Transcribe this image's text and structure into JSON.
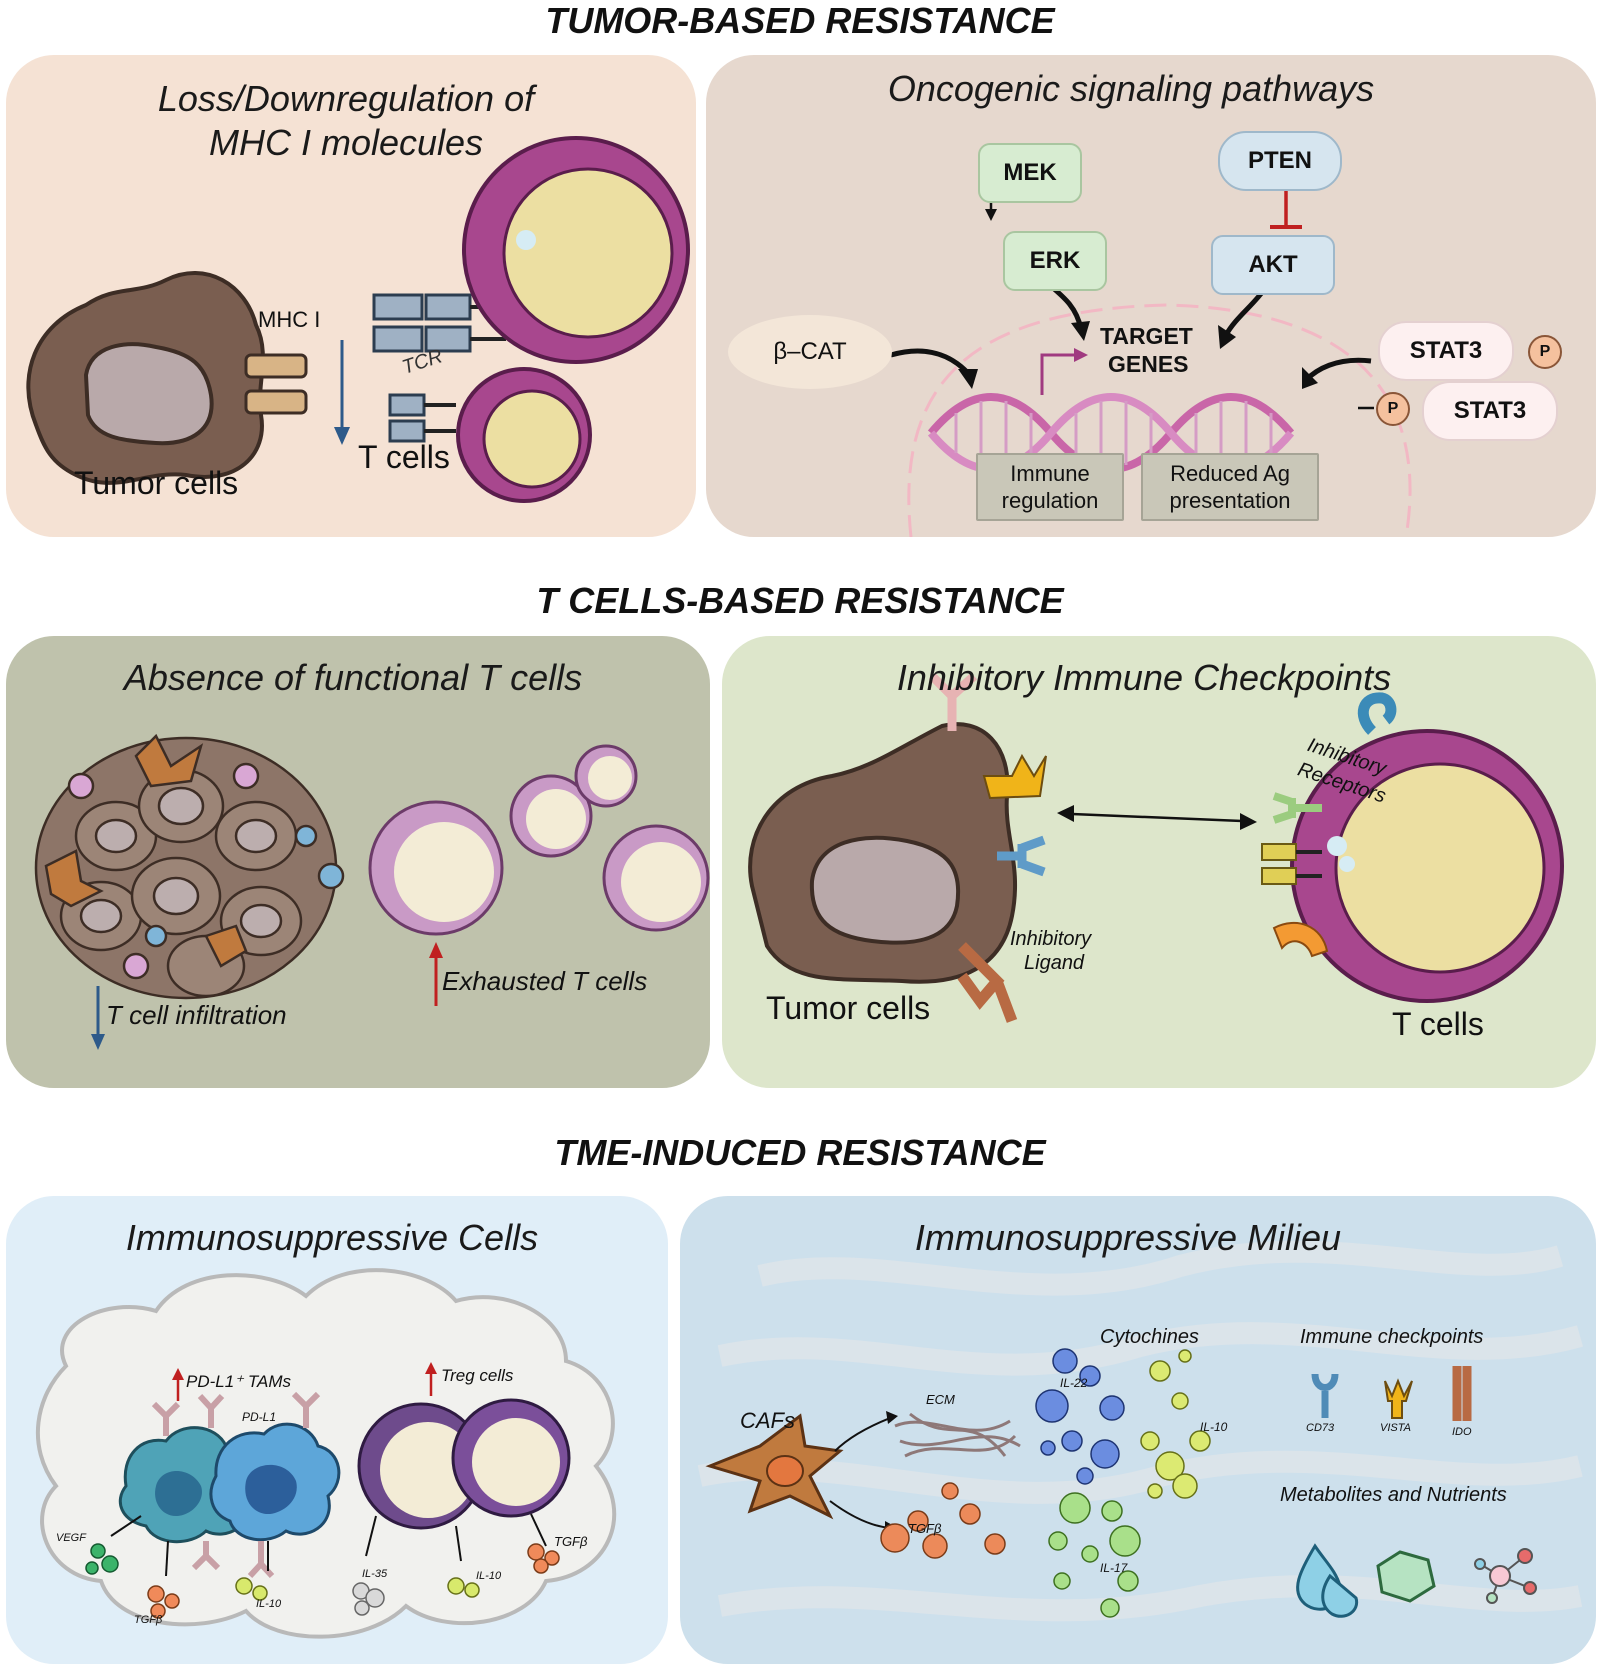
{
  "sections": {
    "tumor": "TUMOR-BASED RESISTANCE",
    "tcells": "T CELLS-BASED RESISTANCE",
    "tme": "TME-INDUCED RESISTANCE"
  },
  "panel_mhc": {
    "title_line1": "Loss/Downregulation of",
    "title_line2": "MHC I molecules",
    "mhc_label": "MHC I",
    "tcr_label": "TCR",
    "tumor_label": "Tumor cells",
    "tcell_label": "T cells"
  },
  "panel_onco": {
    "title": "Oncogenic signaling pathways",
    "mek": "MEK",
    "erk": "ERK",
    "pten": "PTEN",
    "akt": "AKT",
    "bcat": "β–CAT",
    "target_line1": "TARGET",
    "target_line2": "GENES",
    "stat3_a": "STAT3",
    "stat3_b": "STAT3",
    "p1": "P",
    "p2": "P",
    "immune_reg_line1": "Immune",
    "immune_reg_line2": "regulation",
    "reduced_ag_line1": "Reduced Ag",
    "reduced_ag_line2": "presentation"
  },
  "panel_absence": {
    "title": "Absence of functional T cells",
    "infiltration": "T cell infiltration",
    "exhausted": "Exhausted T cells"
  },
  "panel_checkpoints": {
    "title": "Inhibitory Immune Checkpoints",
    "receptors_line1": "Inhibitory",
    "receptors_line2": "Receptors",
    "ligand_line1": "Inhibitory",
    "ligand_line2": "Ligand",
    "tumor_label": "Tumor cells",
    "tcell_label": "T cells"
  },
  "panel_cells": {
    "title": "Immunosuppressive Cells",
    "tams": "PD-L1⁺ TAMs",
    "pdl1": "PD-L1",
    "treg": "Treg cells",
    "vegf": "VEGF",
    "tgfb1": "TGFβ",
    "il10a": "IL-10",
    "il35": "IL-35",
    "il10b": "IL-10",
    "tgfb2": "TGFβ"
  },
  "panel_milieu": {
    "title": "Immunosuppressive Milieu",
    "cafs": "CAFs",
    "ecm": "ECM",
    "tgfb": "TGFβ",
    "cytochines": "Cytochines",
    "il22": "IL-22",
    "il10": "IL-10",
    "il17": "IL-17",
    "checkpoints": "Immune checkpoints",
    "cd73": "CD73",
    "vista": "VISTA",
    "ido": "IDO",
    "metabolites": "Metabolites and Nutrients"
  },
  "colors": {
    "panel_mhc": "#f5e2d4",
    "panel_onco": "#e6d8ce",
    "panel_absence": "#bfc2ac",
    "panel_checkpoints": "#dde6cb",
    "panel_cells": "#e0eef8",
    "panel_milieu": "#cde0ec",
    "tumor_cell": "#7a5e50",
    "tcell_membrane": "#a8478e",
    "tcell_nucleus": "#ecdfa2",
    "green_box": "#d7ecd1",
    "blue_box": "#d6e5ef"
  }
}
